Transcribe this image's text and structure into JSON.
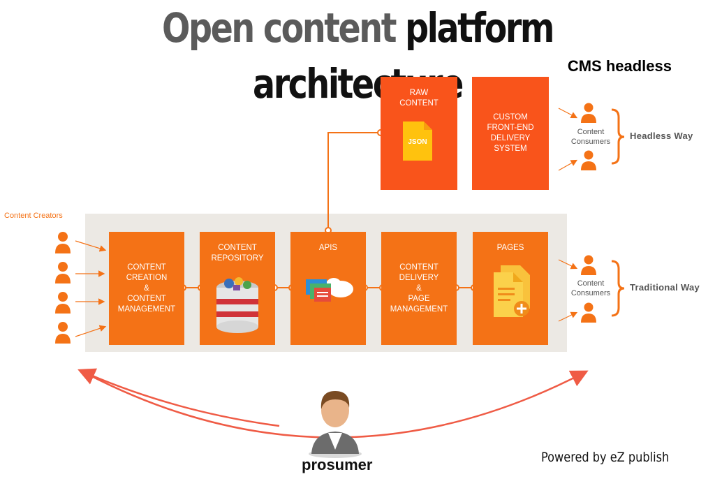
{
  "title": {
    "part1": "Open content",
    "part2": "platform architecture"
  },
  "subtitle": "CMS headless",
  "boxes": {
    "raw_content": "RAW CONTENT",
    "json_label": "JSON",
    "custom_frontend": "CUSTOM FRONT-END DELIVERY SYSTEM",
    "creation": [
      "CONTENT",
      "CREATION",
      "&",
      "CONTENT",
      "MANAGEMENT"
    ],
    "repository": "CONTENT REPOSITORY",
    "apis": "APIs",
    "delivery": [
      "CONTENT",
      "DELIVERY",
      "&",
      "PAGE",
      "MANAGEMENT"
    ],
    "pages": "PAGES"
  },
  "labels": {
    "content_creators": "Content Creators",
    "content_consumers": "Content Consumers",
    "headless_way": "Headless Way",
    "traditional_way": "Traditional Way",
    "prosumer": "prosumer",
    "powered_by": "Powered by eZ publish"
  },
  "colors": {
    "box_orange": "#f47216",
    "box_red": "#f9541b",
    "arrow": "#ef5b45",
    "band": "#ece9e4"
  }
}
